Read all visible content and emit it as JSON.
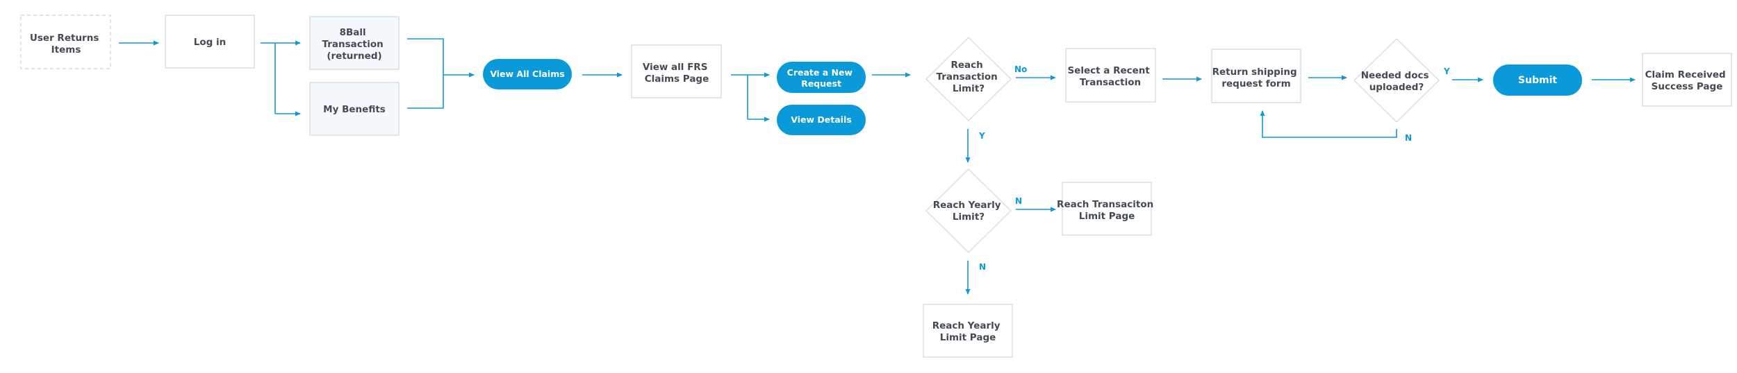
{
  "colors": {
    "accent": "#0b9ad9",
    "box_border": "#d3d7dc",
    "shaded_fill": "#f4f9fd",
    "text": "#444a52"
  },
  "nodes": {
    "user_returns": {
      "lines": [
        "User Returns",
        "Items"
      ]
    },
    "log_in": {
      "lines": [
        "Log in"
      ]
    },
    "eightball": {
      "lines": [
        "8Ball",
        "Transaction",
        "(returned)"
      ]
    },
    "my_benefits": {
      "lines": [
        "My Benefits"
      ]
    },
    "view_all_claims": {
      "lines": [
        "View All Claims"
      ]
    },
    "view_all_frs": {
      "lines": [
        "View all FRS",
        "Claims Page"
      ]
    },
    "create_new": {
      "lines": [
        "Create a New",
        "Request"
      ]
    },
    "view_details": {
      "lines": [
        "View Details"
      ]
    },
    "reach_transaction": {
      "lines": [
        "Reach",
        "Transaction",
        "Limit?"
      ]
    },
    "select_recent": {
      "lines": [
        "Select a Recent",
        "Transaction"
      ]
    },
    "return_shipping": {
      "lines": [
        "Return shipping",
        "request form"
      ]
    },
    "needed_docs": {
      "lines": [
        "Needed docs",
        "uploaded?"
      ]
    },
    "submit": {
      "lines": [
        "Submit"
      ]
    },
    "claim_received": {
      "lines": [
        "Claim Received",
        "Success Page"
      ]
    },
    "reach_yearly": {
      "lines": [
        "Reach Yearly",
        "Limit?"
      ]
    },
    "reach_transaction_page": {
      "lines": [
        "Reach Transaciton",
        "Limit Page"
      ]
    },
    "reach_yearly_page": {
      "lines": [
        "Reach Yearly",
        "Limit Page"
      ]
    }
  },
  "edge_labels": {
    "transaction_no": "No",
    "transaction_yes": "Y",
    "docs_yes": "Y",
    "docs_no": "N",
    "yearly_no_right": "N",
    "yearly_no_down": "N"
  }
}
